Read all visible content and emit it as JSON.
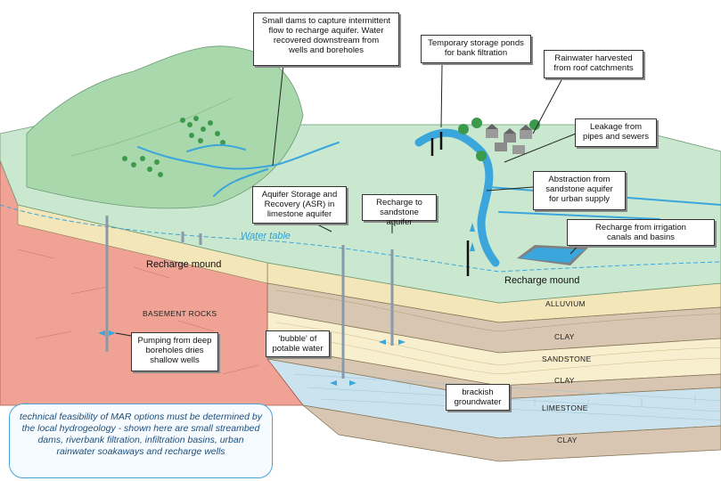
{
  "callouts": {
    "small_dams": "Small dams to capture intermittent\nflow to recharge aquifer. Water\nrecovered downstream from\nwells and boreholes",
    "storage_ponds": "Temporary storage ponds\nfor bank filtration",
    "rainwater": "Rainwater harvested\nfrom roof catchments",
    "leakage": "Leakage from\npipes and sewers",
    "abstraction": "Abstraction from\nsandstone aquifer\nfor urban supply",
    "asr": "Aquifer Storage and\nRecovery (ASR) in\nlimestone aquifer",
    "recharge_sandstone": "Recharge to\nsandstone aquifer",
    "irrigation": "Recharge from irrigation\ncanals and basins",
    "bubble": "'bubble' of\npotable water",
    "brackish": "brackish\ngroundwater",
    "pumping": "Pumping from deep\nboreholes dries\nshallow wells"
  },
  "labels": {
    "recharge_mound_left": "Recharge mound",
    "recharge_mound_right": "Recharge mound",
    "water_table": "Water table",
    "basement": "BASEMENT ROCKS"
  },
  "strata": [
    "ALLUVIUM",
    "CLAY",
    "SANDSTONE",
    "CLAY",
    "LIMESTONE",
    "CLAY"
  ],
  "note": "technical feasibility of MAR options must be determined by the local hydrogeology - shown here are small streambed dams, riverbank filtration, infiltration basins, urban rainwater soakaways and recharge wells",
  "colors": {
    "surface": "#c9e8cf",
    "hill": "#a9d8ac",
    "basement": "#f0a394",
    "alluvium": "#f3e6b9",
    "clay": "#d8c6b2",
    "sandstone": "#f8efcf",
    "limestone": "#cbe3ee",
    "water": "#3aa6dc"
  }
}
